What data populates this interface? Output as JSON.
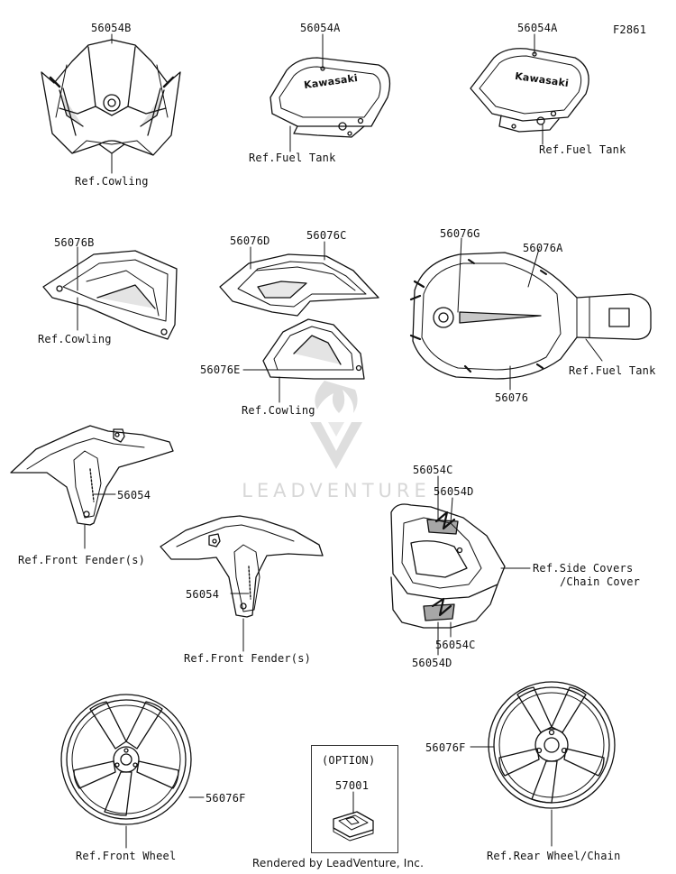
{
  "figure_code": "F2861",
  "part_numbers": [
    "56054B",
    "56054A",
    "56054A",
    "56076B",
    "56076D",
    "56076C",
    "56076G",
    "56076A",
    "56076E",
    "56076",
    "56054",
    "56054C",
    "56054D",
    "56054",
    "56054C",
    "56054D",
    "56076F",
    "56076F"
  ],
  "refs": [
    "Ref.Cowling",
    "Ref.Fuel Tank",
    "Ref.Fuel Tank",
    "Ref.Cowling",
    "Ref.Cowling",
    "Ref.Fuel Tank",
    "Ref.Front Fender(s)",
    "Ref.Front Fender(s)",
    "Ref.Side Covers",
    "/Chain Cover",
    "Ref.Front Wheel",
    "Ref.Rear Wheel/Chain"
  ],
  "decal_text": "Kawasaki",
  "option": {
    "label": "(OPTION)",
    "part": "57001"
  },
  "watermark": {
    "text": "LEADVENTURE",
    "icon": "flame-v-logo-icon"
  },
  "footer": "Rendered by LeadVenture, Inc."
}
